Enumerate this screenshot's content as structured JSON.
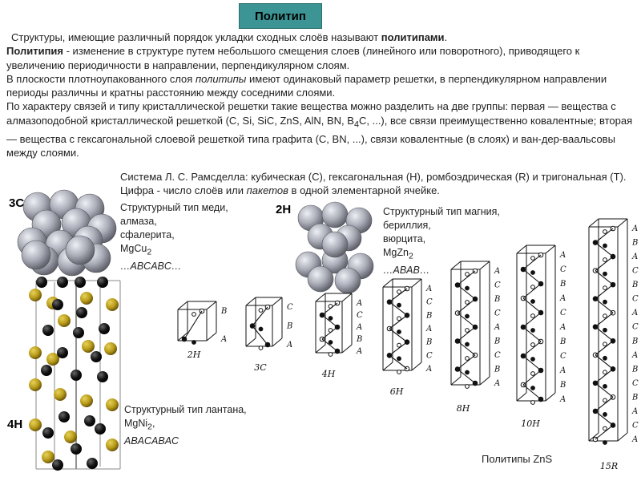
{
  "title": "Политип",
  "intro": {
    "p1a": "Структуры, имеющие различный порядок укладки сходных слоёв называют ",
    "p1b": "политипами",
    "p1c": ".",
    "p2a": "Политипия",
    "p2b": " - изменение в структуре путем небольшого смещения слоев (линейного или поворотного), приводящего к увеличению периодичности в направлении, перпендикулярном слоям.",
    "p3a": "В плоскости плотноупакованного слоя ",
    "p3b": "политипы",
    "p3c": " имеют одинаковый параметр решетки, в перпендикулярном направлении периоды различны и кратны расстоянию между соседними слоями.",
    "p4a": "По характеру связей и типу кристаллической решетки такие вещества можно разделить на две группы: первая — вещества с алмазоподобной кристаллической решеткой (C, Si, SiC, ZnS, AlN, BN, B",
    "p4sub": "4",
    "p4b": "C, ...), все связи преимущественно ковалентные; вторая — вещества с гексагональной слоевой решеткой типа графита (C, BN, ...), связи ковалентные (в слоях) и ван-дер-ваальсовы между слоями."
  },
  "system": {
    "a": "Система Л. С. Рамсделла: кубическая (С), гексагональная (Н), ромбоэдрическая (R) и тригональная (Т).  Цифра - число слоёв или ",
    "b": "пакетов",
    "c": " в одной элементарной ячейке."
  },
  "labels": {
    "l3c": "3C",
    "l2h": "2H",
    "l4h": "4H"
  },
  "copper": {
    "l1": "Структурный тип меди,",
    "l2": "алмаза,",
    "l3": "сфалерита,",
    "l4a": "MgCu",
    "l4sub": "2",
    "l5": "…ABCABC…"
  },
  "magnesium": {
    "l1": "Структурный тип магния,",
    "l2": "бериллия,",
    "l3": "вюрцита,",
    "l4a": "MgZn",
    "l4sub": "2",
    "l5": "…ABAB…"
  },
  "lanthanum": {
    "l1": "Структурный тип лантана,",
    "l2a": "MgNi",
    "l2sub": "2",
    "l2c": ",",
    "l3": "ABACABAC"
  },
  "polytypes": {
    "caption": "Политипы ZnS",
    "items": [
      {
        "label": "2H",
        "letters": [
          "B",
          "A"
        ]
      },
      {
        "label": "3C",
        "letters": [
          "C",
          "B",
          "A"
        ]
      },
      {
        "label": "4H",
        "letters": [
          "A",
          "C",
          "A",
          "B",
          "A"
        ]
      },
      {
        "label": "6H",
        "letters": [
          "A",
          "C",
          "B",
          "A",
          "B",
          "C",
          "A"
        ]
      },
      {
        "label": "8H",
        "letters": [
          "A",
          "C",
          "B",
          "C",
          "A",
          "B",
          "C",
          "B",
          "A"
        ]
      },
      {
        "label": "10H",
        "letters": [
          "A",
          "C",
          "B",
          "A",
          "C",
          "A",
          "B",
          "C",
          "A",
          "B",
          "A"
        ]
      },
      {
        "label": "15R",
        "letters": [
          "A",
          "B",
          "A",
          "C",
          "B",
          "C",
          "A",
          "C",
          "B",
          "A",
          "B",
          "C",
          "B",
          "A",
          "C",
          "A"
        ]
      }
    ]
  },
  "colors": {
    "title_bg": "#3c9494",
    "sphere": "#a9abb6",
    "atom_black": "#141414",
    "atom_gold": "#b89a18"
  }
}
